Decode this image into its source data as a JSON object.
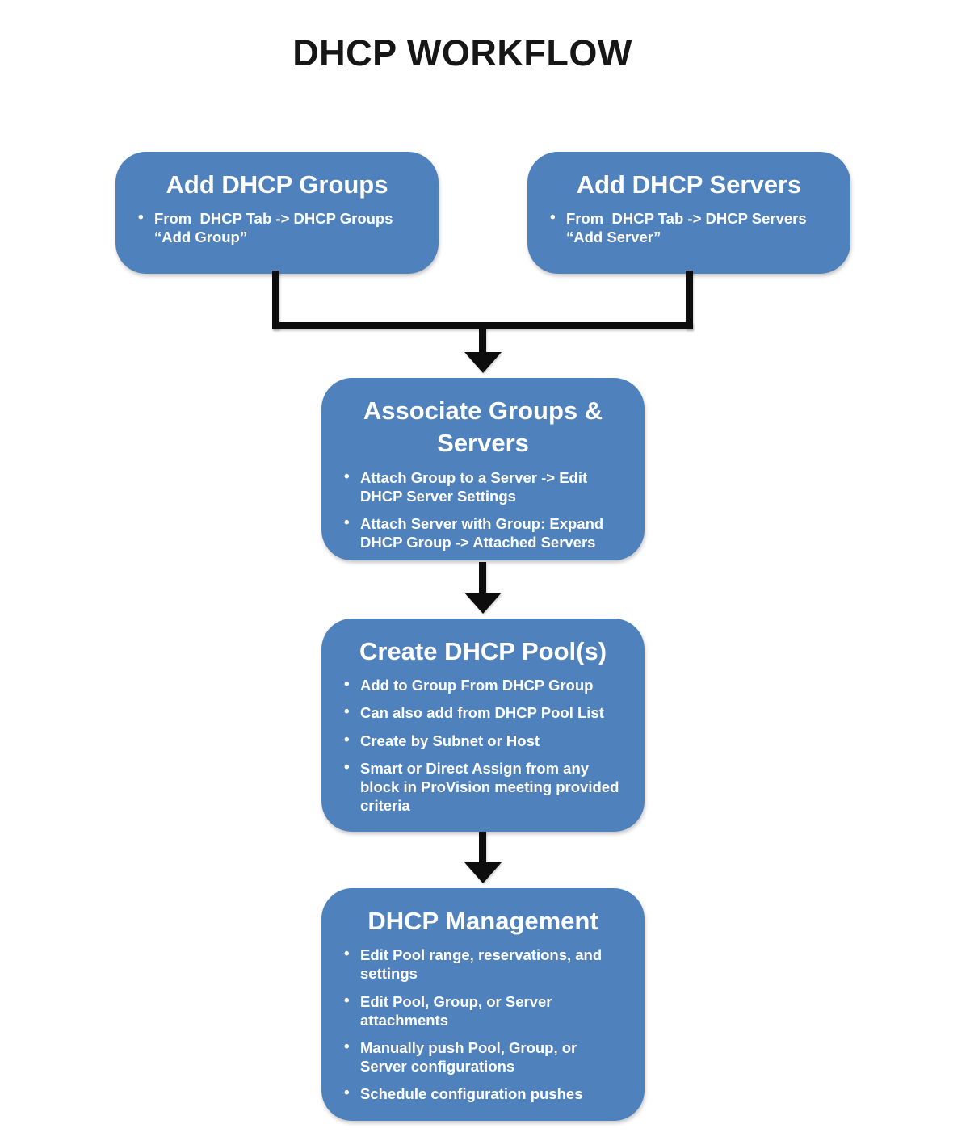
{
  "title": "DHCP WORKFLOW",
  "colors": {
    "box_fill": "#4f81bd",
    "box_text": "#ffffff",
    "connector": "#0d0d0d",
    "title_text": "#161616",
    "background": "#ffffff"
  },
  "nodes": [
    {
      "id": "add-dhcp-groups",
      "title": "Add DHCP Groups",
      "bullets": [
        "From  DHCP Tab -> DHCP Groups\n“Add Group”"
      ]
    },
    {
      "id": "add-dhcp-servers",
      "title": "Add DHCP Servers",
      "bullets": [
        "From  DHCP Tab -> DHCP Servers\n“Add Server”"
      ]
    },
    {
      "id": "associate-groups-and-servers",
      "title": "Associate Groups &\nServers",
      "bullets": [
        "Attach Group to a Server -> Edit\nDHCP Server Settings",
        "Attach Server with Group: Expand\nDHCP Group -> Attached Servers"
      ]
    },
    {
      "id": "create-dhcp-pools",
      "title": "Create DHCP Pool(s)",
      "bullets": [
        "Add to Group From DHCP Group",
        "Can also add from DHCP Pool List",
        "Create by Subnet or Host",
        "Smart or Direct Assign from any\nblock in ProVision meeting provided\ncriteria"
      ]
    },
    {
      "id": "dhcp-management",
      "title": "DHCP Management",
      "bullets": [
        "Edit Pool range, reservations, and\nsettings",
        "Edit Pool, Group, or Server\nattachments",
        "Manually push Pool, Group, or\nServer configurations",
        "Schedule configuration pushes"
      ]
    }
  ],
  "connectors": {
    "merge": "groups+servers -> associate",
    "flow2": "associate -> create-pools",
    "flow3": "create-pools -> management"
  }
}
